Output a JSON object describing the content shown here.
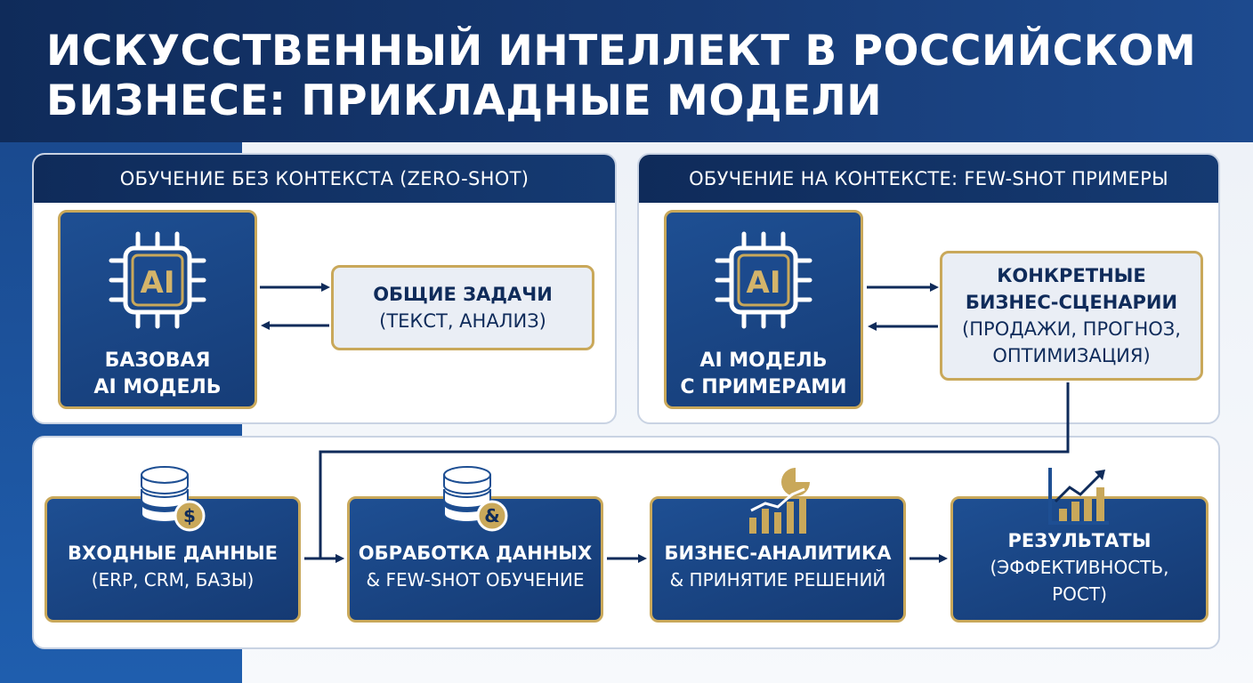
{
  "title_line1": "ИСКУССТВЕННЫЙ ИНТЕЛЛЕКТ В РОССИЙСКОМ",
  "title_line2": "БИЗНЕСЕ: ПРИКЛАДНЫЕ МОДЕЛИ",
  "zero_shot": {
    "heading": "ОБУЧЕНИЕ БЕЗ КОНТЕКСТА (ZERO-SHOT)",
    "chip_text": "AI",
    "model_line1": "БАЗОВАЯ",
    "model_line2": "AI МОДЕЛЬ",
    "task_title": "ОБЩИЕ ЗАДАЧИ",
    "task_sub": "(ТЕКСТ, АНАЛИЗ)"
  },
  "few_shot": {
    "heading": "ОБУЧЕНИЕ НА КОНТЕКСТЕ: FEW-SHOT ПРИМЕРЫ",
    "chip_text": "AI",
    "model_line1": "AI МОДЕЛЬ",
    "model_line2": "С ПРИМЕРАМИ",
    "task_title_line1": "КОНКРЕТНЫЕ",
    "task_title_line2": "БИЗНЕС-СЦЕНАРИИ",
    "task_sub_line1": "(ПРОДАЖИ, ПРОГНОЗ,",
    "task_sub_line2": "ОПТИМИЗАЦИЯ)"
  },
  "flow": [
    {
      "title": "ВХОДНЫЕ ДАННЫЕ",
      "sub": "(ERP, CRM, БАЗЫ)",
      "icon": "database-dollar-icon",
      "badge": "$"
    },
    {
      "title": "ОБРАБОТКА ДАННЫХ",
      "sub": "& FEW-SHOT ОБУЧЕНИЕ",
      "icon": "database-ampersand-icon",
      "badge": "&"
    },
    {
      "title": "БИЗНЕС-АНАЛИТИКА",
      "sub": "& ПРИНЯТИЕ РЕШЕНИЙ",
      "icon": "analytics-chart-icon"
    },
    {
      "title": "РЕЗУЛЬТАТЫ",
      "sub": "(ЭФФЕКТИВНОСТЬ,",
      "sub2": "РОСТ)",
      "icon": "growth-chart-icon"
    }
  ],
  "colors": {
    "navy": "#0f2b5a",
    "card_blue": "#1e4f93",
    "gold": "#c9a85a",
    "box_light": "#eaeef5"
  }
}
